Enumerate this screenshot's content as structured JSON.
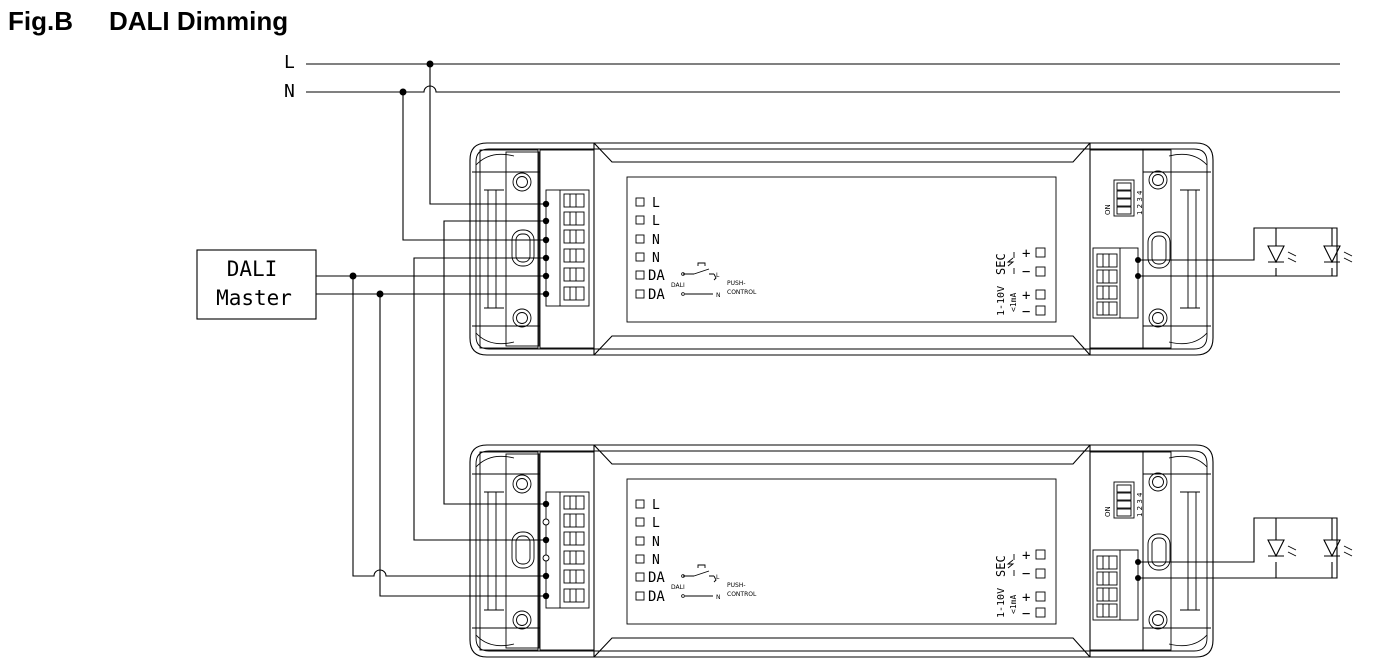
{
  "figure": {
    "label": "Fig.B",
    "title": "DALI Dimming"
  },
  "mains": {
    "L": "L",
    "N": "N"
  },
  "dali_master": {
    "line1": "DALI",
    "line2": "Master"
  },
  "driver": {
    "terminals": [
      "L",
      "L",
      "N",
      "N",
      "DA",
      "DA"
    ],
    "switch_dali": "DALI",
    "switch_l": "L",
    "switch_n": "N",
    "push_control_line1": "PUSH-",
    "push_control_line2": "CONTROL",
    "sec_label": "SEC",
    "sec_plus": "+",
    "sec_minus": "−",
    "dim_label": "1-10V",
    "dim_sublabel": "<1mA",
    "dim_plus": "+",
    "dim_minus": "−",
    "dip_on": "ON",
    "dip_numbers": "1 2 3 4"
  }
}
